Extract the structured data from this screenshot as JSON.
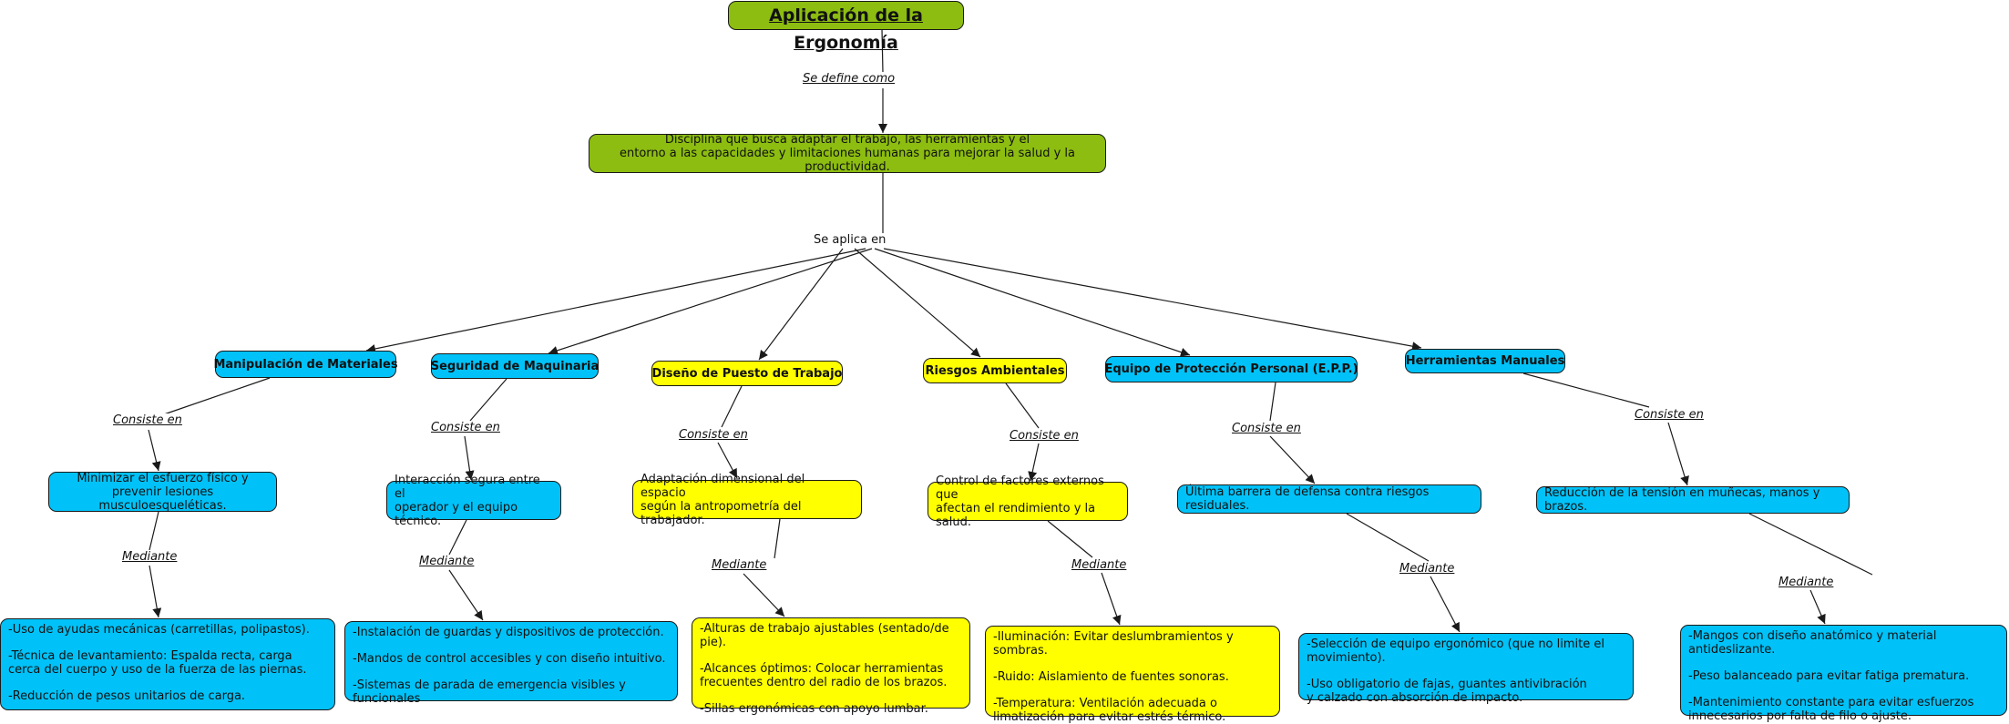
{
  "title": "Aplicación de la Ergonomía",
  "definition_link": "Se define como",
  "definition": "Disciplina que busca adaptar el trabajo, las herramientas y el\nentorno a las capacidades y limitaciones humanas para mejorar la salud y la productividad.",
  "applies_link": "Se aplica en",
  "branches": [
    {
      "title": "Manipulación de Materiales",
      "link1": "Consiste en",
      "concept": "Minimizar el esfuerzo físico y\nprevenir lesiones musculoesqueléticas.",
      "link2": "Mediante",
      "details": [
        "-Uso de ayudas mecánicas (carretillas, polipastos).",
        "-Técnica de levantamiento: Espalda recta, carga cerca del cuerpo y uso de la fuerza de las piernas.",
        "-Reducción de pesos unitarios de carga."
      ]
    },
    {
      "title": "Seguridad de Maquinaria",
      "link1": "Consiste en",
      "concept": "Interacción segura entre el\noperador y el equipo técnico.",
      "link2": "Mediante",
      "details": [
        "-Instalación de guardas y dispositivos de protección.",
        "-Mandos de control accesibles y con diseño intuitivo.",
        "-Sistemas de parada de emergencia visibles y funcionales"
      ]
    },
    {
      "title": "Diseño de Puesto de Trabajo",
      "link1": "Consiste en",
      "concept": "Adaptación dimensional del espacio\nsegún la antropometría del trabajador.",
      "link2": "Mediante",
      "details": [
        "-Alturas de trabajo ajustables (sentado/de pie).",
        "-Alcances óptimos: Colocar herramientas\nfrecuentes dentro del radio de los brazos.",
        "-Sillas ergonómicas con apoyo lumbar."
      ]
    },
    {
      "title": "Riesgos Ambientales",
      "link1": "Consiste en",
      "concept": "Control de factores externos que\nafectan el rendimiento y la salud.",
      "link2": "Mediante",
      "details": [
        "-Iluminación: Evitar deslumbramientos y sombras.",
        "-Ruido: Aislamiento de fuentes sonoras.",
        "-Temperatura: Ventilación adecuada o\nlimatización para evitar estrés térmico."
      ]
    },
    {
      "title": "Equipo de Protección Personal (E.P.P.)",
      "link1": "Consiste en",
      "concept": "Última barrera de defensa contra riesgos residuales.",
      "link2": "Mediante",
      "details": [
        "-Selección de equipo ergonómico (que no limite el movimiento).",
        "-Uso obligatorio de fajas, guantes antivibración\ny calzado con absorción de impacto."
      ]
    },
    {
      "title": "Herramientas Manuales",
      "link1": "Consiste en",
      "concept": "Reducción de la tensión en muñecas, manos y brazos.",
      "link2": "Mediante",
      "details": [
        "-Mangos con diseño anatómico y material antideslizante.",
        "-Peso balanceado para evitar fatiga prematura.",
        "-Mantenimiento constante para evitar esfuerzos\ninnecesarios por falta de filo o ajuste."
      ]
    }
  ],
  "colors": {
    "green": "#8cbd10",
    "blue": "#00c2f8",
    "yellow": "#ffff00",
    "line": "#1a1a1a"
  }
}
